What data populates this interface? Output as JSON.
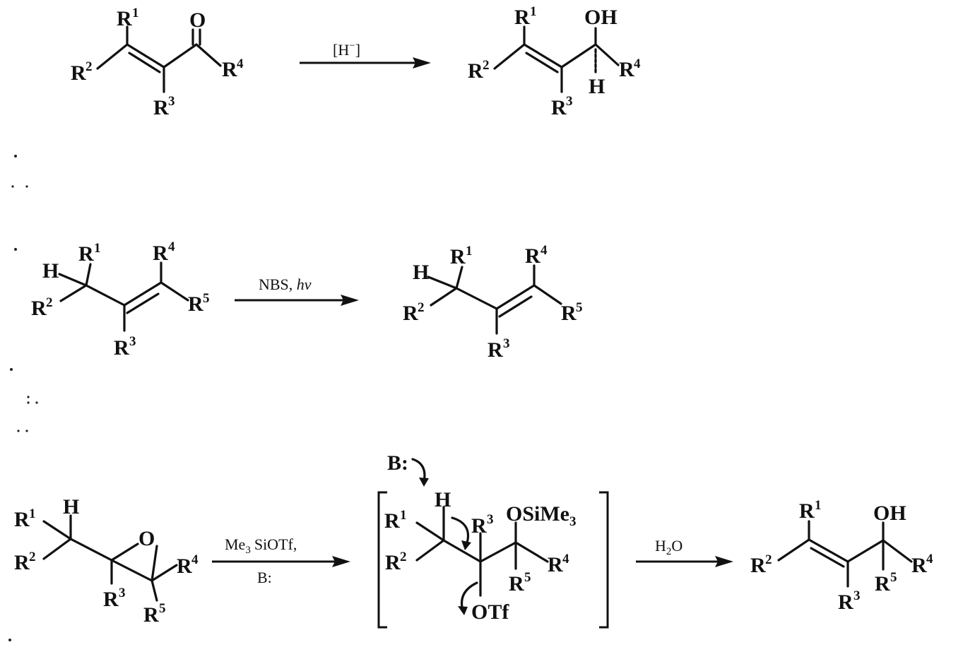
{
  "atoms": {
    "R": "R",
    "H": "H",
    "O": "O",
    "OH": "OH",
    "OSiMe": "OSiMe",
    "OTf": "OTf",
    "B": "B:"
  },
  "sup": {
    "1": "1",
    "2": "2",
    "3": "3",
    "4": "4",
    "5": "5"
  },
  "sub3": "3",
  "reagents": {
    "hydride": "[H",
    "hydride_charge": "−",
    "hydride_close": "]",
    "nbs": "NBS, ",
    "hv": "hν",
    "tms_a": "Me",
    "tms_b": "SiOTf,",
    "base": "B:",
    "water_a": "H",
    "water_b": "O",
    "sub2": "2"
  }
}
